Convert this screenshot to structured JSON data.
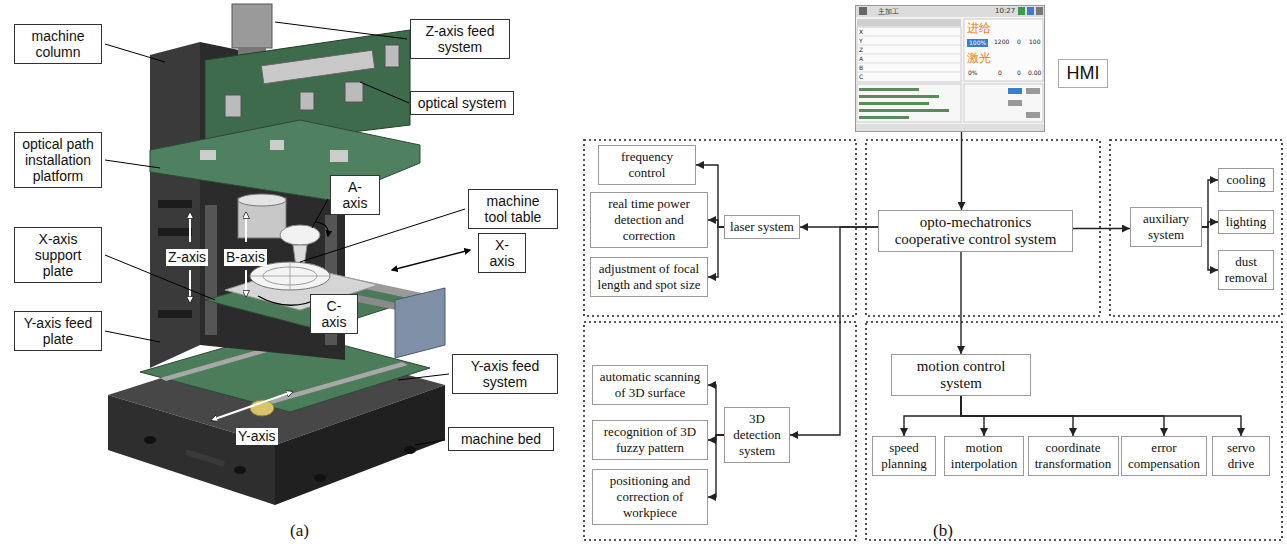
{
  "diagram": {
    "nodes": [
      {
        "text": [
          "machine column"
        ]
      },
      {
        "text": [
          "Z-axis feed system"
        ]
      },
      {
        "text": [
          "optical system"
        ]
      },
      {
        "text": [
          "optical path installation platform"
        ]
      },
      {
        "text": [
          "A-axis"
        ]
      },
      {
        "text": [
          "machine tool table"
        ]
      },
      {
        "text": [
          "X-axis support plate"
        ]
      },
      {
        "text": [
          "X-axis"
        ]
      },
      {
        "text": [
          "Y-axis feed plate"
        ]
      },
      {
        "text": [
          "C-axis"
        ]
      },
      {
        "text": [
          "Y-axis feed system"
        ]
      },
      {
        "text": [
          "machine bed"
        ]
      },
      {
        "text": [
          "主加工"
        ]
      },
      {
        "text": [
          "HMI"
        ]
      },
      {
        "text": [
          "frequency control"
        ]
      },
      {
        "text": [
          "real time power detection and correction"
        ]
      },
      {
        "text": [
          "adjustment of focal length and spot size"
        ]
      },
      {
        "text": [
          "laser system"
        ]
      },
      {
        "text": [
          "opto-mechatronics cooperative control system"
        ]
      },
      {
        "text": [
          "auxiliary system"
        ]
      },
      {
        "text": [
          "cooling"
        ]
      },
      {
        "text": [
          "lighting"
        ]
      },
      {
        "text": [
          "dust removal"
        ]
      },
      {
        "text": [
          "automatic scanning of 3D surface"
        ]
      },
      {
        "text": [
          "recognition of 3D fuzzy pattern"
        ]
      },
      {
        "text": [
          "positioning and correction of workpiece"
        ]
      },
      {
        "text": [
          "3D detection system"
        ]
      },
      {
        "text": [
          "motion control system"
        ]
      },
      {
        "text": [
          "speed planning"
        ]
      },
      {
        "text": [
          "motion interpolation"
        ]
      },
      {
        "text": [
          "coordinate transformation"
        ]
      },
      {
        "text": [
          "error compensation"
        ]
      },
      {
        "text": [
          "servo drive"
        ]
      }
    ],
    "edges": [
      {
        "from": 12,
        "to": 18,
        "arrow": "to"
      },
      {
        "from": 18,
        "to": 17,
        "arrow": "to"
      },
      {
        "from": 17,
        "to": 14,
        "arrow": "to"
      },
      {
        "from": 17,
        "to": 15,
        "arrow": "to"
      },
      {
        "from": 17,
        "to": 16,
        "arrow": "to"
      },
      {
        "from": 18,
        "to": 19,
        "arrow": "to"
      },
      {
        "from": 19,
        "to": 20,
        "arrow": "to"
      },
      {
        "from": 19,
        "to": 21,
        "arrow": "to"
      },
      {
        "from": 19,
        "to": 22,
        "arrow": "to"
      },
      {
        "from": 18,
        "to": 26,
        "arrow": "to"
      },
      {
        "from": 26,
        "to": 23,
        "arrow": "to"
      },
      {
        "from": 26,
        "to": 24,
        "arrow": "to"
      },
      {
        "from": 26,
        "to": 25,
        "arrow": "to"
      },
      {
        "from": 18,
        "to": 27,
        "arrow": "to"
      },
      {
        "from": 27,
        "to": 28,
        "arrow": "to"
      },
      {
        "from": 27,
        "to": 29,
        "arrow": "to"
      },
      {
        "from": 27,
        "to": 30,
        "arrow": "to"
      },
      {
        "from": 27,
        "to": 31,
        "arrow": "to"
      },
      {
        "from": 27,
        "to": 32,
        "arrow": "to"
      }
    ],
    "labels": [
      "(a)",
      "(b)",
      "Z-axis",
      "B-axis",
      "Y-axis",
      "10:27",
      "进给",
      "100%",
      "1200",
      "0",
      "100",
      "激光",
      "0%",
      "0",
      "0",
      "0.00",
      "X",
      "Y",
      "Z",
      "A",
      "B",
      "C"
    ]
  }
}
